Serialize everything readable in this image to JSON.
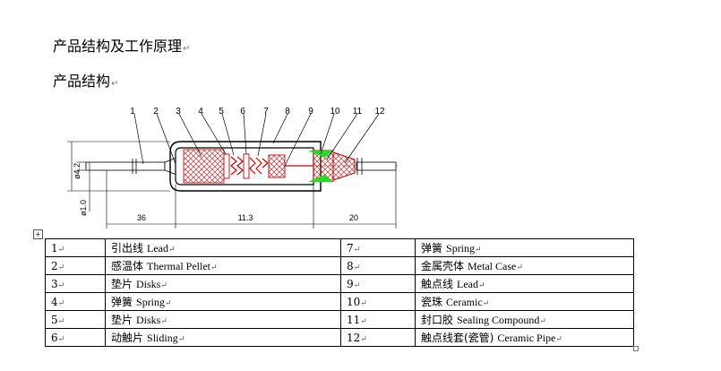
{
  "headings": {
    "title": "产品结构及工作原理",
    "section": "产品结构",
    "return_mark": "↵"
  },
  "drawing": {
    "callouts": [
      "1",
      "2",
      "3",
      "4",
      "5",
      "6",
      "7",
      "8",
      "9",
      "10",
      "11",
      "12"
    ],
    "dimensions": {
      "dia_body": "ø4.2",
      "dia_lead": "ø1.0",
      "len_left": "36",
      "len_body": "11.3",
      "len_right": "20"
    },
    "colors": {
      "line": "#cc0000",
      "compound": "#22dd22",
      "hatch": "#cc3333"
    }
  },
  "table": {
    "rows": [
      [
        {
          "no": "1",
          "cn": "引出线",
          "en": "Lead"
        },
        {
          "no": "7",
          "cn": "弹簧",
          "en": "Spring"
        }
      ],
      [
        {
          "no": "2",
          "cn": "感温体",
          "en": "Thermal Pellet"
        },
        {
          "no": "8",
          "cn": "金属壳体",
          "en": "Metal Case"
        }
      ],
      [
        {
          "no": "3",
          "cn": "垫片",
          "en": "Disks"
        },
        {
          "no": "9",
          "cn": "触点线",
          "en": "Lead"
        }
      ],
      [
        {
          "no": "4",
          "cn": "弹簧",
          "en": "Spring"
        },
        {
          "no": "10",
          "cn": "瓷珠",
          "en": "Ceramic"
        }
      ],
      [
        {
          "no": "5",
          "cn": "垫片",
          "en": "Disks"
        },
        {
          "no": "11",
          "cn": "封口胶",
          "en": "Sealing Compound"
        }
      ],
      [
        {
          "no": "6",
          "cn": "动触片",
          "en": "Sliding"
        },
        {
          "no": "12",
          "cn": "触点线套(瓷管)",
          "en": "Ceramic Pipe"
        }
      ]
    ]
  }
}
